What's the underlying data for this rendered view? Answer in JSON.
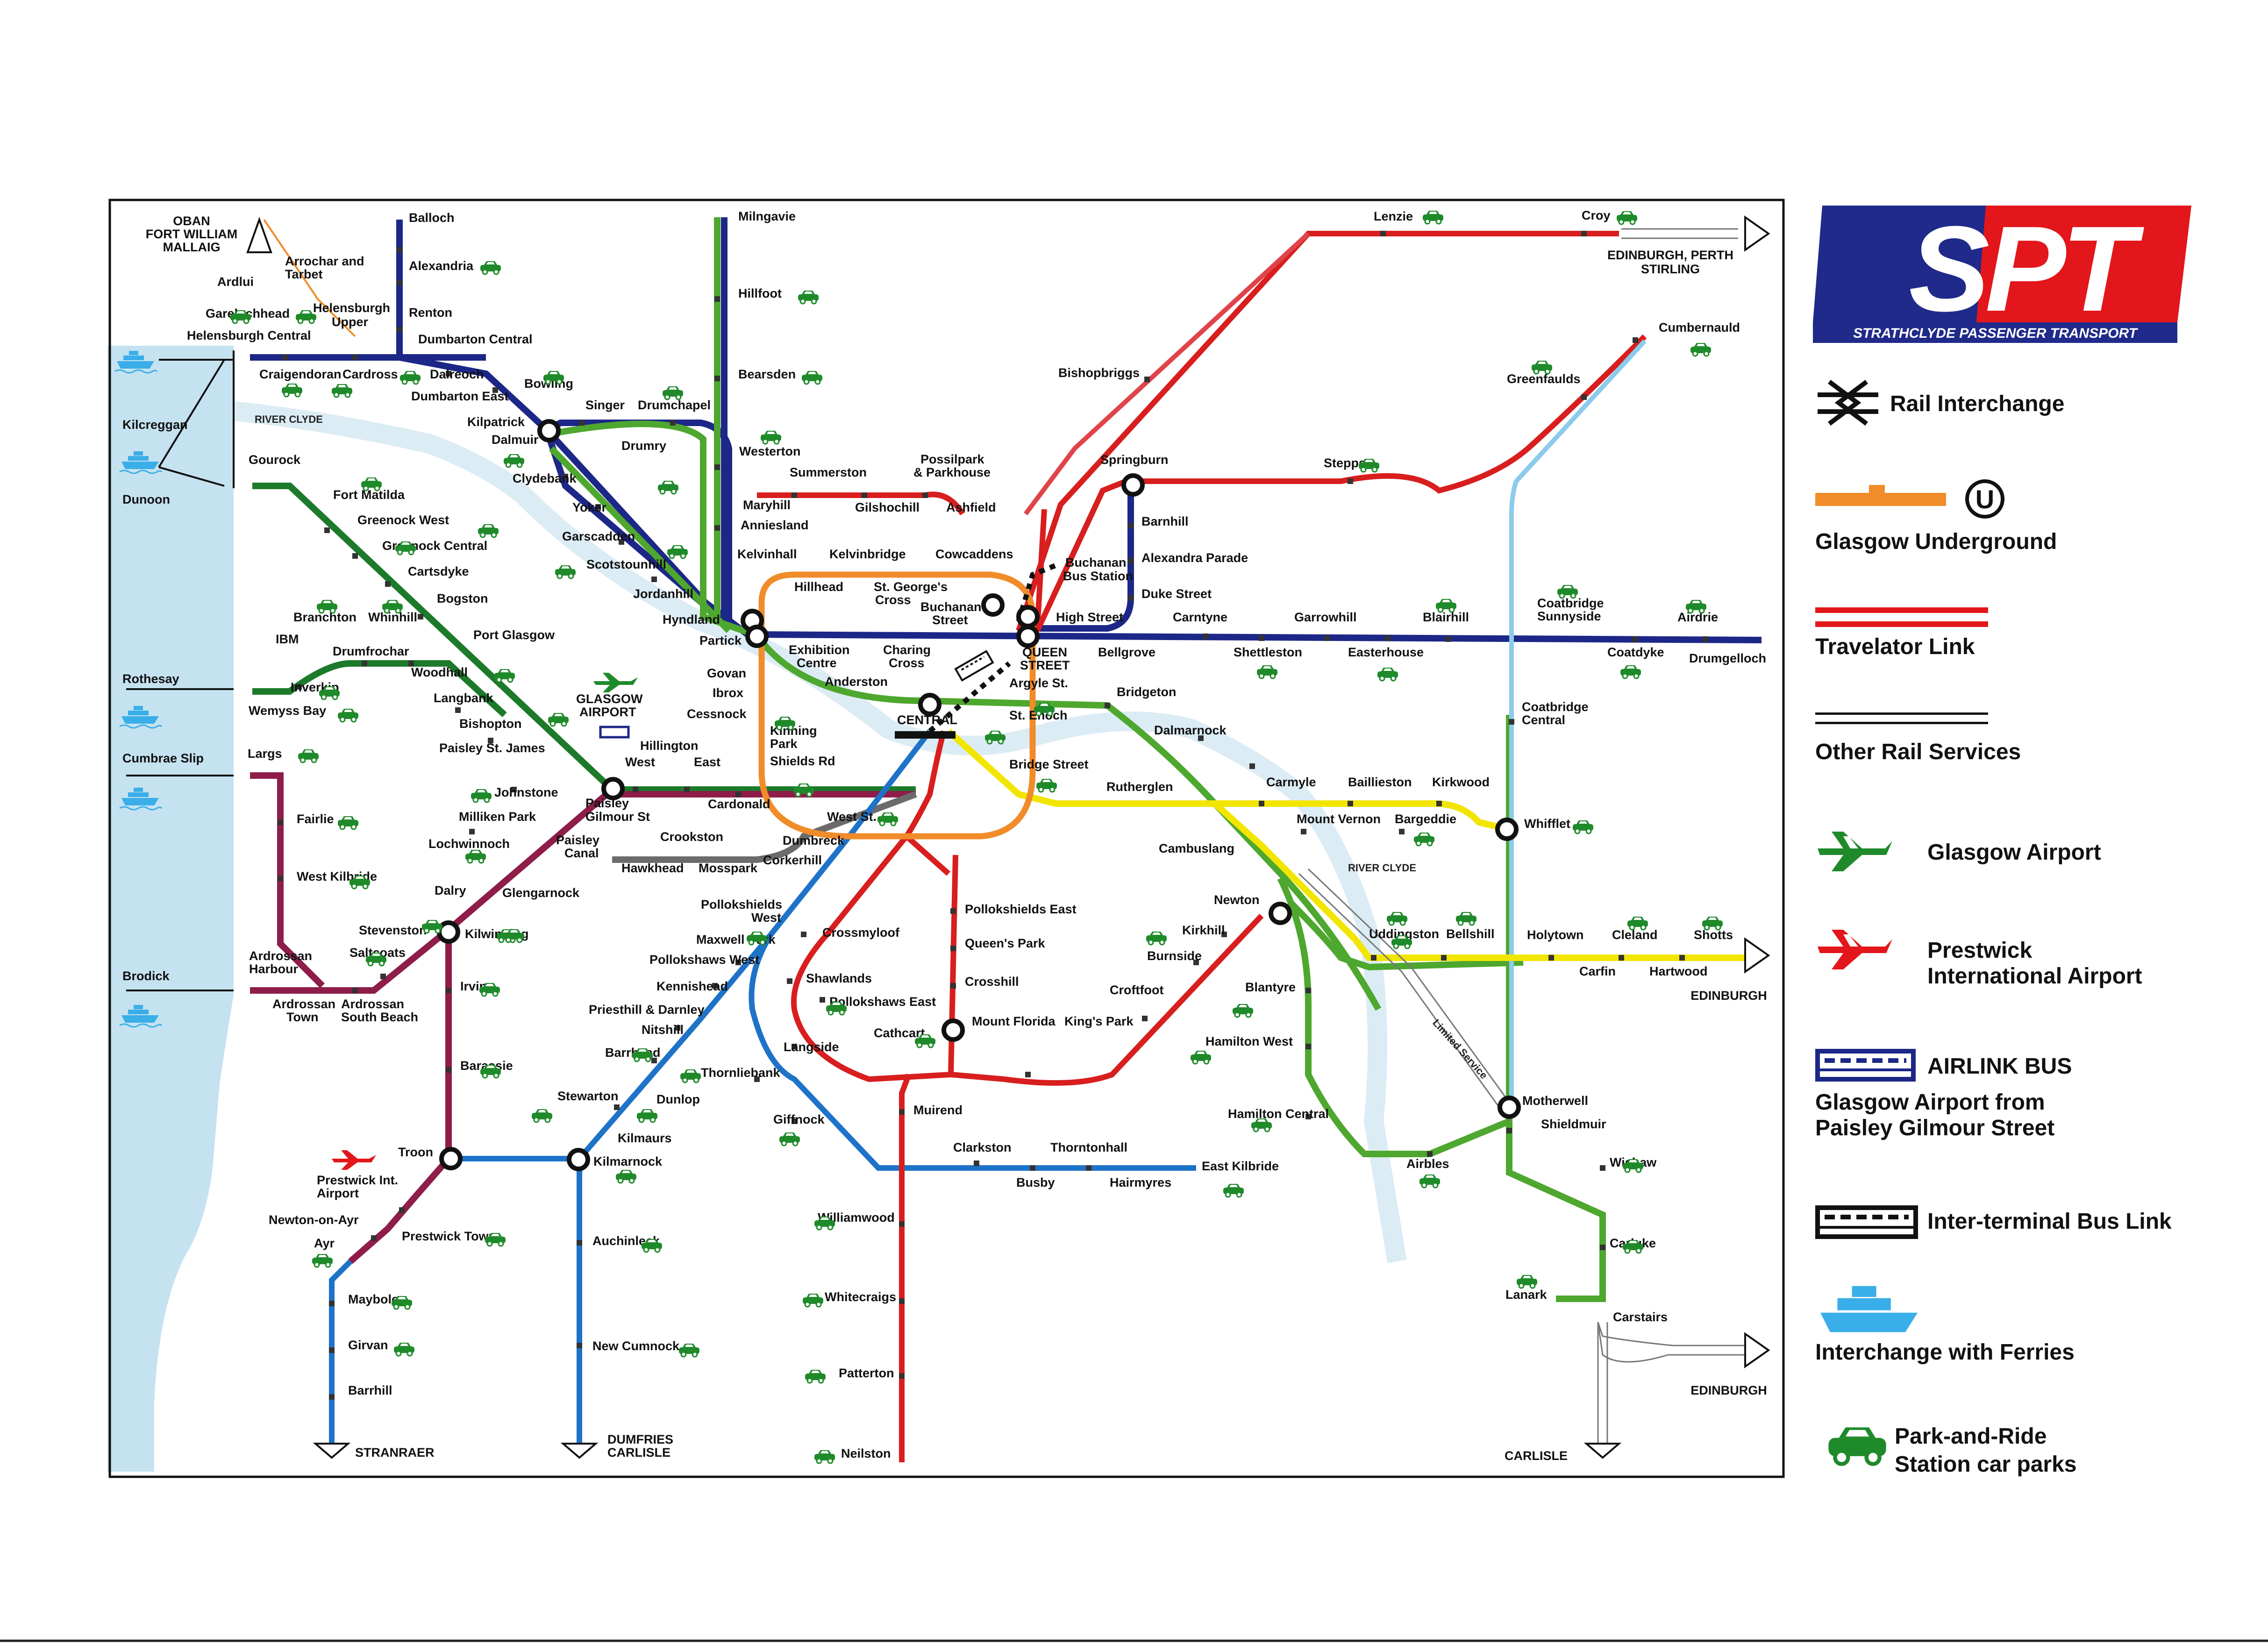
{
  "brand": {
    "logo_text": "SPT",
    "subtitle": "STRATHCLYDE PASSENGER TRANSPORT",
    "colors": {
      "blue": "#1f2a8a",
      "red": "#e3161b",
      "white": "#ffffff"
    }
  },
  "legend": [
    {
      "label": "Rail Interchange",
      "icon": "rail-interchange-icon"
    },
    {
      "label": "Glasgow Underground",
      "icon": "underground-icon",
      "badge": "U"
    },
    {
      "label": "Travelator Link",
      "icon": "travelator-icon"
    },
    {
      "label": "Other Rail Services",
      "icon": "other-rail-icon"
    },
    {
      "label": "Glasgow Airport",
      "icon": "glasgow-airport-icon"
    },
    {
      "label": "Prestwick",
      "label2": "International Airport",
      "icon": "prestwick-airport-icon"
    },
    {
      "label": "AIRLINK BUS",
      "label2": "Glasgow Airport from",
      "label3": "Paisley Gilmour Street",
      "icon": "airlink-bus-icon"
    },
    {
      "label": "Inter-terminal Bus Link",
      "icon": "inter-terminal-bus-icon"
    },
    {
      "label": "Interchange with Ferries",
      "icon": "ferry-icon"
    },
    {
      "label": "Park-and-Ride",
      "label2": "Station car parks",
      "icon": "park-and-ride-icon"
    }
  ],
  "destinations": {
    "oban": "OBAN",
    "fort_william": "FORT WILLIAM",
    "mallaig": "MALLAIG",
    "edinburgh_perth": "EDINBURGH, PERTH",
    "stirling": "STIRLING",
    "edinburgh_1": "EDINBURGH",
    "edinburgh_2": "EDINBURGH",
    "stranraer": "STRANRAER",
    "dumfries": "DUMFRIES",
    "carlisle_1": "CARLISLE",
    "carlisle_2": "CARLISLE"
  },
  "ferries": {
    "kilcreggan": "Kilcreggan",
    "dunoon": "Dunoon",
    "rothesay": "Rothesay",
    "cumbrae": "Cumbrae Slip",
    "brodick": "Brodick"
  },
  "rivers": {
    "clyde_1": "RIVER CLYDE",
    "clyde_2": "RIVER CLYDE"
  },
  "line_colors": {
    "dark_blue": "#1c2787",
    "green": "#4ea72e",
    "dark_green": "#1c7a2a",
    "red": "#d81e1e",
    "pink_red": "#e0434a",
    "yellow": "#f2e600",
    "orange": "#f08c2a",
    "maroon": "#8e1d4a",
    "mid_blue": "#1e73c8",
    "light_blue": "#8ccbec",
    "grey": "#6b6b6b",
    "clyde": "#dcecf5",
    "sea": "#c5e2f0"
  },
  "stations": [
    {
      "id": "balloch",
      "label": "Balloch"
    },
    {
      "id": "alexandria",
      "label": "Alexandria"
    },
    {
      "id": "renton",
      "label": "Renton"
    },
    {
      "id": "dumbarton-central",
      "label": "Dumbarton Central"
    },
    {
      "id": "dalreoch",
      "label": "Dalreoch"
    },
    {
      "id": "dumbarton-east",
      "label": "Dumbarton East"
    },
    {
      "id": "bowling",
      "label": "Bowling"
    },
    {
      "id": "arrochar",
      "label": "Arrochar and"
    },
    {
      "id": "tarbet",
      "label": "Tarbet"
    },
    {
      "id": "ardlui",
      "label": "Ardlui"
    },
    {
      "id": "garelochhead",
      "label": "Garelochhead"
    },
    {
      "id": "helensburgh-upper",
      "label": "Helensburgh"
    },
    {
      "id": "helensburgh-upper-2",
      "label": "Upper"
    },
    {
      "id": "helensburgh-central",
      "label": "Helensburgh Central"
    },
    {
      "id": "craigendoran",
      "label": "Craigendoran"
    },
    {
      "id": "cardross",
      "label": "Cardross"
    },
    {
      "id": "kilpatrick",
      "label": "Kilpatrick"
    },
    {
      "id": "dalmuir",
      "label": "Dalmuir"
    },
    {
      "id": "singer",
      "label": "Singer"
    },
    {
      "id": "drumchapel",
      "label": "Drumchapel"
    },
    {
      "id": "drumry",
      "label": "Drumry"
    },
    {
      "id": "clydebank",
      "label": "Clydebank"
    },
    {
      "id": "yoker",
      "label": "Yoker"
    },
    {
      "id": "garscadden",
      "label": "Garscadden"
    },
    {
      "id": "scotstounhill",
      "label": "Scotstounhill"
    },
    {
      "id": "jordanhill",
      "label": "Jordanhill"
    },
    {
      "id": "hyndland",
      "label": "Hyndland"
    },
    {
      "id": "partick",
      "label": "Partick"
    },
    {
      "id": "milngavie",
      "label": "Milngavie"
    },
    {
      "id": "hillfoot",
      "label": "Hillfoot"
    },
    {
      "id": "bearsden",
      "label": "Bearsden"
    },
    {
      "id": "westerton",
      "label": "Westerton"
    },
    {
      "id": "anniesland",
      "label": "Anniesland"
    },
    {
      "id": "maryhill",
      "label": "Maryhill"
    },
    {
      "id": "summerston",
      "label": "Summerston"
    },
    {
      "id": "gilshochill",
      "label": "Gilshochill"
    },
    {
      "id": "possilpark",
      "label": "Possilpark"
    },
    {
      "id": "possilpark-2",
      "label": "& Parkhouse"
    },
    {
      "id": "ashfield",
      "label": "Ashfield"
    },
    {
      "id": "kelvinhall",
      "label": "Kelvinhall"
    },
    {
      "id": "kelvinbridge",
      "label": "Kelvinbridge"
    },
    {
      "id": "cowcaddens",
      "label": "Cowcaddens"
    },
    {
      "id": "hillhead",
      "label": "Hillhead"
    },
    {
      "id": "st-georges",
      "label": "St. George's"
    },
    {
      "id": "st-georges-2",
      "label": "Cross"
    },
    {
      "id": "buchanan-street",
      "label": "Buchanan"
    },
    {
      "id": "buchanan-street-2",
      "label": "Street"
    },
    {
      "id": "buchanan-bus",
      "label": "Buchanan"
    },
    {
      "id": "buchanan-bus-2",
      "label": "Bus Station"
    },
    {
      "id": "exhibition-centre",
      "label": "Exhibition"
    },
    {
      "id": "exhibition-centre-2",
      "label": "Centre"
    },
    {
      "id": "anderston",
      "label": "Anderston"
    },
    {
      "id": "charing-cross",
      "label": "Charing"
    },
    {
      "id": "charing-cross-2",
      "label": "Cross"
    },
    {
      "id": "govan",
      "label": "Govan"
    },
    {
      "id": "ibrox",
      "label": "Ibrox"
    },
    {
      "id": "cessnock",
      "label": "Cessnock"
    },
    {
      "id": "kinning-park",
      "label": "Kinning"
    },
    {
      "id": "kinning-park-2",
      "label": "Park"
    },
    {
      "id": "shields-rd",
      "label": "Shields Rd"
    },
    {
      "id": "west-st",
      "label": "West St."
    },
    {
      "id": "queen-street",
      "label": "QUEEN"
    },
    {
      "id": "queen-street-2",
      "label": "STREET"
    },
    {
      "id": "high-street",
      "label": "High Street"
    },
    {
      "id": "bellgrove",
      "label": "Bellgrove"
    },
    {
      "id": "argyle-st",
      "label": "Argyle St."
    },
    {
      "id": "central",
      "label": "CENTRAL"
    },
    {
      "id": "st-enoch",
      "label": "St. Enoch"
    },
    {
      "id": "bridge-street",
      "label": "Bridge Street"
    },
    {
      "id": "bridgeton",
      "label": "Bridgeton"
    },
    {
      "id": "dalmarnock",
      "label": "Dalmarnock"
    },
    {
      "id": "rutherglen",
      "label": "Rutherglen"
    },
    {
      "id": "carmyle",
      "label": "Carmyle"
    },
    {
      "id": "baillieston",
      "label": "Baillieston"
    },
    {
      "id": "kirkwood",
      "label": "Kirkwood"
    },
    {
      "id": "mount-vernon",
      "label": "Mount Vernon"
    },
    {
      "id": "bargeddie",
      "label": "Bargeddie"
    },
    {
      "id": "whifflet",
      "label": "Whifflet"
    },
    {
      "id": "cambuslang",
      "label": "Cambuslang"
    },
    {
      "id": "bishopbriggs",
      "label": "Bishopbriggs"
    },
    {
      "id": "lenzie",
      "label": "Lenzie"
    },
    {
      "id": "croy",
      "label": "Croy"
    },
    {
      "id": "springburn",
      "label": "Springburn"
    },
    {
      "id": "stepps",
      "label": "Stepps"
    },
    {
      "id": "greenfaulds",
      "label": "Greenfaulds"
    },
    {
      "id": "cumbernauld",
      "label": "Cumbernauld"
    },
    {
      "id": "barnhill",
      "label": "Barnhill"
    },
    {
      "id": "alexandra-parade",
      "label": "Alexandra Parade"
    },
    {
      "id": "duke-street",
      "label": "Duke Street"
    },
    {
      "id": "carntyne",
      "label": "Carntyne"
    },
    {
      "id": "shettleston",
      "label": "Shettleston"
    },
    {
      "id": "garrowhill",
      "label": "Garrowhill"
    },
    {
      "id": "easterhouse",
      "label": "Easterhouse"
    },
    {
      "id": "blairhill",
      "label": "Blairhill"
    },
    {
      "id": "coatbridge-sunnyside",
      "label": "Coatbridge"
    },
    {
      "id": "coatbridge-sunnyside-2",
      "label": "Sunnyside"
    },
    {
      "id": "coatdyke",
      "label": "Coatdyke"
    },
    {
      "id": "airdrie",
      "label": "Airdrie"
    },
    {
      "id": "drumgelloch",
      "label": "Drumgelloch"
    },
    {
      "id": "coatbridge-central",
      "label": "Coatbridge"
    },
    {
      "id": "coatbridge-central-2",
      "label": "Central"
    },
    {
      "id": "gourock",
      "label": "Gourock"
    },
    {
      "id": "fort-matilda",
      "label": "Fort Matilda"
    },
    {
      "id": "greenock-west",
      "label": "Greenock West"
    },
    {
      "id": "greenock-central",
      "label": "Greenock Central"
    },
    {
      "id": "cartsdyke",
      "label": "Cartsdyke"
    },
    {
      "id": "bogston",
      "label": "Bogston"
    },
    {
      "id": "port-glasgow",
      "label": "Port Glasgow"
    },
    {
      "id": "branchton",
      "label": "Branchton"
    },
    {
      "id": "whinhill",
      "label": "Whinhill"
    },
    {
      "id": "ibm",
      "label": "IBM"
    },
    {
      "id": "drumfrochar",
      "label": "Drumfrochar"
    },
    {
      "id": "woodhall",
      "label": "Woodhall"
    },
    {
      "id": "inverkip",
      "label": "Inverkip"
    },
    {
      "id": "wemyss-bay",
      "label": "Wemyss Bay"
    },
    {
      "id": "langbank",
      "label": "Langbank"
    },
    {
      "id": "bishopton",
      "label": "Bishopton"
    },
    {
      "id": "paisley-st-james",
      "label": "Paisley St. James"
    },
    {
      "id": "glasgow-airport",
      "label": "GLASGOW"
    },
    {
      "id": "glasgow-airport-2",
      "label": "AIRPORT"
    },
    {
      "id": "hillington",
      "label": "Hillington"
    },
    {
      "id": "hillington-west",
      "label": "West"
    },
    {
      "id": "hillington-east",
      "label": "East"
    },
    {
      "id": "cardonald",
      "label": "Cardonald"
    },
    {
      "id": "paisley-gilmour",
      "label": "Paisley"
    },
    {
      "id": "paisley-gilmour-2",
      "label": "Gilmour St"
    },
    {
      "id": "johnstone",
      "label": "Johnstone"
    },
    {
      "id": "milliken-park",
      "label": "Milliken Park"
    },
    {
      "id": "lochwinnoch",
      "label": "Lochwinnoch"
    },
    {
      "id": "paisley-canal",
      "label": "Paisley"
    },
    {
      "id": "paisley-canal-2",
      "label": "Canal"
    },
    {
      "id": "crookston",
      "label": "Crookston"
    },
    {
      "id": "hawkhead",
      "label": "Hawkhead"
    },
    {
      "id": "mosspark",
      "label": "Mosspark"
    },
    {
      "id": "dumbreck",
      "label": "Dumbreck"
    },
    {
      "id": "corkerhill",
      "label": "Corkerhill"
    },
    {
      "id": "largs",
      "label": "Largs"
    },
    {
      "id": "fairlie",
      "label": "Fairlie"
    },
    {
      "id": "west-kilbride",
      "label": "West Kilbride"
    },
    {
      "id": "dalry",
      "label": "Dalry"
    },
    {
      "id": "glengarnock",
      "label": "Glengarnock"
    },
    {
      "id": "stevenston",
      "label": "Stevenston"
    },
    {
      "id": "kilwinning",
      "label": "Kilwinning"
    },
    {
      "id": "saltcoats",
      "label": "Saltcoats"
    },
    {
      "id": "ardrossan-harbour",
      "label": "Ardrossan"
    },
    {
      "id": "ardrossan-harbour-2",
      "label": "Harbour"
    },
    {
      "id": "ardrossan-town",
      "label": "Ardrossan"
    },
    {
      "id": "ardrossan-town-2",
      "label": "Town"
    },
    {
      "id": "ardrossan-south",
      "label": "Ardrossan"
    },
    {
      "id": "ardrossan-south-2",
      "label": "South Beach"
    },
    {
      "id": "irvine",
      "label": "Irvine"
    },
    {
      "id": "barassie",
      "label": "Barassie"
    },
    {
      "id": "troon",
      "label": "Troon"
    },
    {
      "id": "prestwick-int",
      "label": "Prestwick Int."
    },
    {
      "id": "prestwick-int-2",
      "label": "Airport"
    },
    {
      "id": "newton-on-ayr",
      "label": "Newton-on-Ayr"
    },
    {
      "id": "prestwick-town",
      "label": "Prestwick Town"
    },
    {
      "id": "ayr",
      "label": "Ayr"
    },
    {
      "id": "maybole",
      "label": "Maybole"
    },
    {
      "id": "girvan",
      "label": "Girvan"
    },
    {
      "id": "barrhill",
      "label": "Barrhill"
    },
    {
      "id": "pollokshields-west",
      "label": "Pollokshields"
    },
    {
      "id": "pollokshields-west-2",
      "label": "West"
    },
    {
      "id": "maxwell-park",
      "label": "Maxwell Park"
    },
    {
      "id": "pollokshaws-west",
      "label": "Pollokshaws West"
    },
    {
      "id": "kennishead",
      "label": "Kennishead"
    },
    {
      "id": "priesthill",
      "label": "Priesthill & Darnley"
    },
    {
      "id": "nitshill",
      "label": "Nitshill"
    },
    {
      "id": "barrhead",
      "label": "Barrhead"
    },
    {
      "id": "stewarton",
      "label": "Stewarton"
    },
    {
      "id": "dunlop",
      "label": "Dunlop"
    },
    {
      "id": "kilmaurs",
      "label": "Kilmaurs"
    },
    {
      "id": "kilmarnock",
      "label": "Kilmarnock"
    },
    {
      "id": "auchinleck",
      "label": "Auchinleck"
    },
    {
      "id": "new-cumnock",
      "label": "New Cumnock"
    },
    {
      "id": "crossmyloof",
      "label": "Crossmyloof"
    },
    {
      "id": "shawlands",
      "label": "Shawlands"
    },
    {
      "id": "pollokshaws-east",
      "label": "Pollokshaws East"
    },
    {
      "id": "langside",
      "label": "Langside"
    },
    {
      "id": "cathcart",
      "label": "Cathcart"
    },
    {
      "id": "thornliebank",
      "label": "Thornliebank"
    },
    {
      "id": "giffnock",
      "label": "Giffnock"
    },
    {
      "id": "clarkston",
      "label": "Clarkston"
    },
    {
      "id": "busby",
      "label": "Busby"
    },
    {
      "id": "thorntonhall",
      "label": "Thorntonhall"
    },
    {
      "id": "hairmyres",
      "label": "Hairmyres"
    },
    {
      "id": "east-kilbride",
      "label": "East Kilbride"
    },
    {
      "id": "pollokshields-east",
      "label": "Pollokshields East"
    },
    {
      "id": "queens-park",
      "label": "Queen's Park"
    },
    {
      "id": "crosshill",
      "label": "Crosshill"
    },
    {
      "id": "mount-florida",
      "label": "Mount Florida"
    },
    {
      "id": "kings-park",
      "label": "King's Park"
    },
    {
      "id": "croftfoot",
      "label": "Croftfoot"
    },
    {
      "id": "burnside",
      "label": "Burnside"
    },
    {
      "id": "kirkhill",
      "label": "Kirkhill"
    },
    {
      "id": "muirend",
      "label": "Muirend"
    },
    {
      "id": "williamwood",
      "label": "Williamwood"
    },
    {
      "id": "whitecraigs",
      "label": "Whitecraigs"
    },
    {
      "id": "patterton",
      "label": "Patterton"
    },
    {
      "id": "neilston",
      "label": "Neilston"
    },
    {
      "id": "newton",
      "label": "Newton"
    },
    {
      "id": "blantyre",
      "label": "Blantyre"
    },
    {
      "id": "hamilton-west",
      "label": "Hamilton West"
    },
    {
      "id": "hamilton-central",
      "label": "Hamilton Central"
    },
    {
      "id": "airbles",
      "label": "Airbles"
    },
    {
      "id": "uddingston",
      "label": "Uddingston"
    },
    {
      "id": "bellshill",
      "label": "Bellshill"
    },
    {
      "id": "holytown",
      "label": "Holytown"
    },
    {
      "id": "cleland",
      "label": "Cleland"
    },
    {
      "id": "shotts",
      "label": "Shotts"
    },
    {
      "id": "carfin",
      "label": "Carfin"
    },
    {
      "id": "hartwood",
      "label": "Hartwood"
    },
    {
      "id": "motherwell",
      "label": "Motherwell"
    },
    {
      "id": "shieldmuir",
      "label": "Shieldmuir"
    },
    {
      "id": "wishaw",
      "label": "Wishaw"
    },
    {
      "id": "carluke",
      "label": "Carluke"
    },
    {
      "id": "lanark",
      "label": "Lanark"
    },
    {
      "id": "carstairs",
      "label": "Carstairs"
    },
    {
      "id": "limited-service",
      "label": "Limited Service"
    }
  ]
}
